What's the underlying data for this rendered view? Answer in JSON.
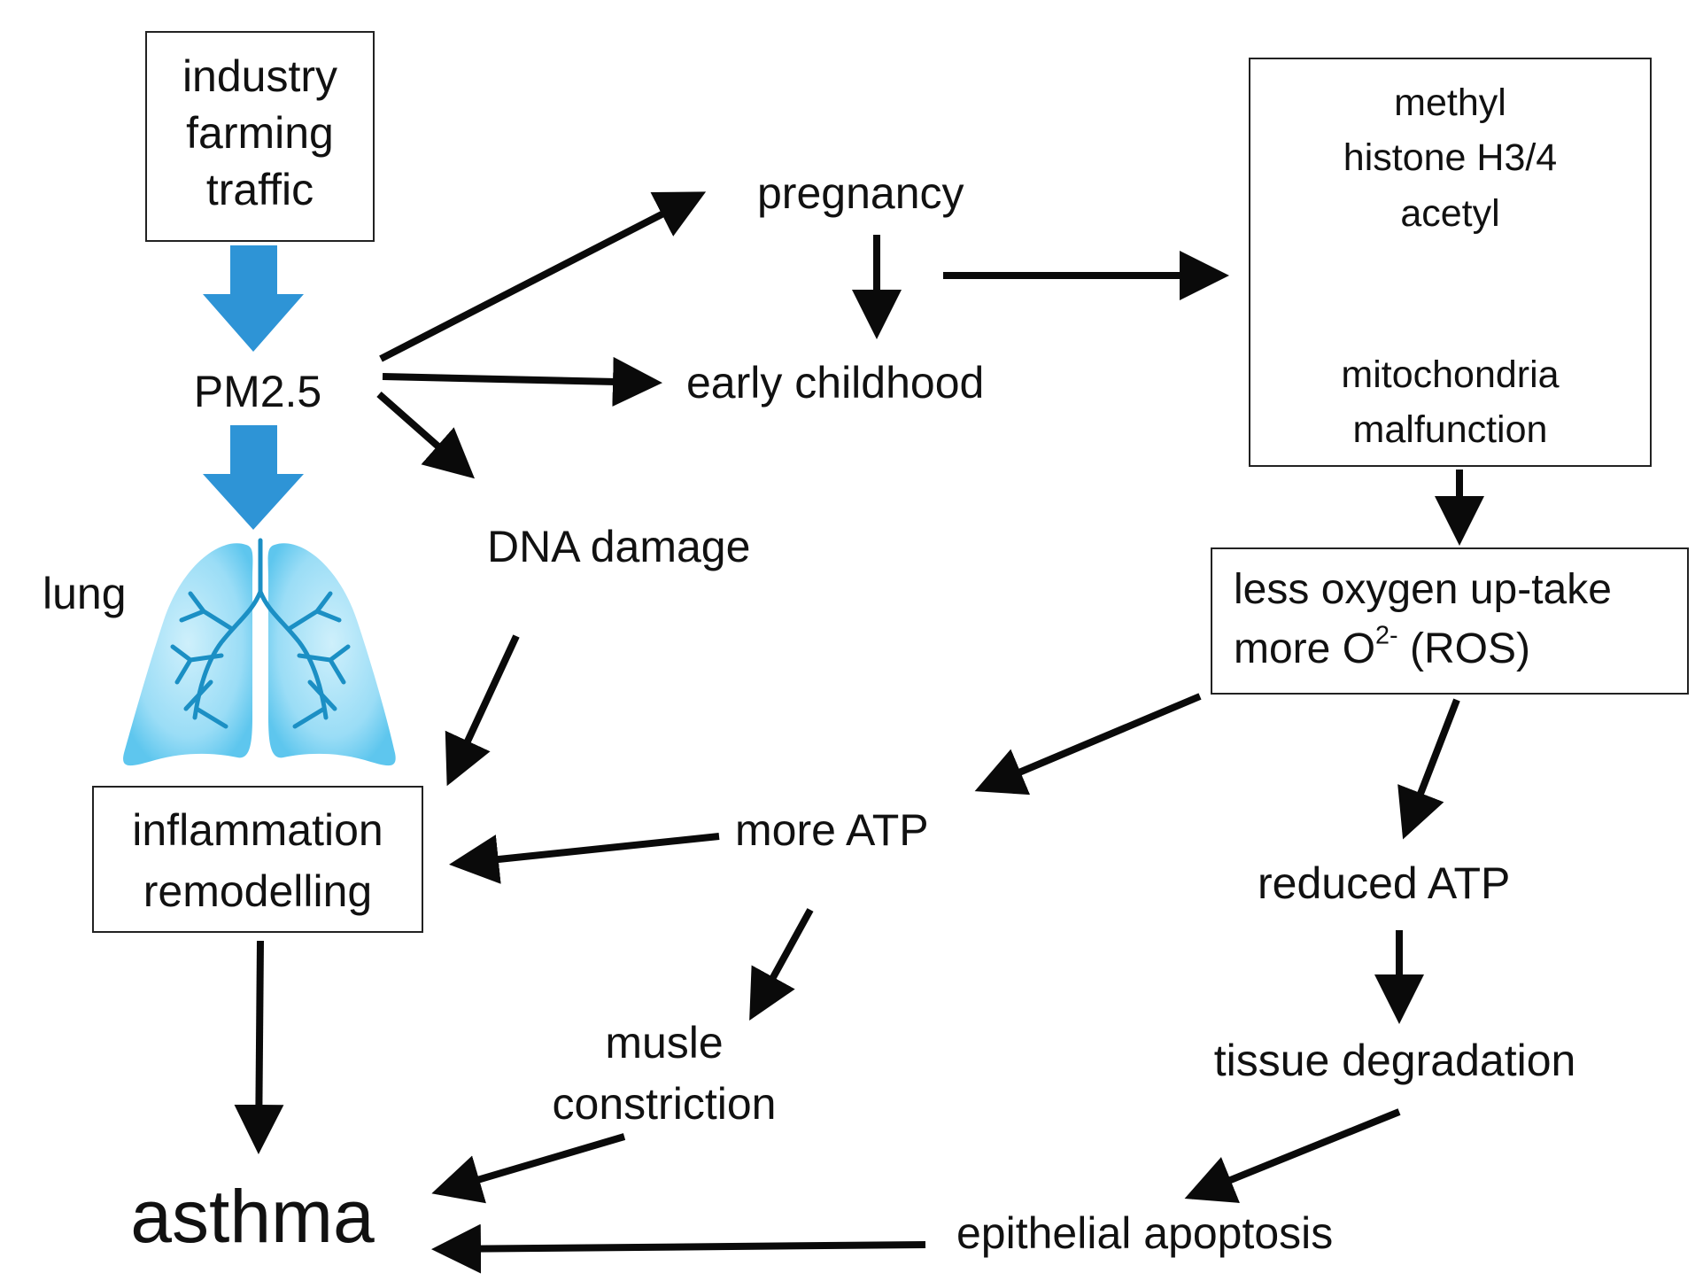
{
  "diagram": {
    "source_box": {
      "lines": [
        "industry",
        "farming",
        "traffic"
      ]
    },
    "pm25": "PM2.5",
    "lung_label": "lung",
    "pregnancy": "pregnancy",
    "early_childhood": "early childhood",
    "dna_damage": "DNA damage",
    "epigenetic_box": {
      "top_lines": [
        "methyl",
        "histone H3/4",
        "acetyl"
      ],
      "bottom_lines": [
        "mitochondria",
        "malfunction"
      ]
    },
    "ros_box": {
      "line1": "less oxygen up-take",
      "line2_prefix": "more O",
      "line2_sup": "2-",
      "line2_suffix": " (ROS)"
    },
    "inflammation_box": {
      "lines": [
        "inflammation",
        "remodelling"
      ]
    },
    "more_atp": "more ATP",
    "reduced_atp": "reduced ATP",
    "muscle_constriction": [
      "musle",
      "constriction"
    ],
    "tissue_degradation": "tissue degradation",
    "asthma": "asthma",
    "epithelial_apoptosis": "epithelial apoptosis",
    "colors": {
      "block_arrow": "#2e94d6",
      "arrow": "#0a0a0a",
      "lung": "#7fd3f2",
      "airway": "#1b8fc4"
    }
  }
}
